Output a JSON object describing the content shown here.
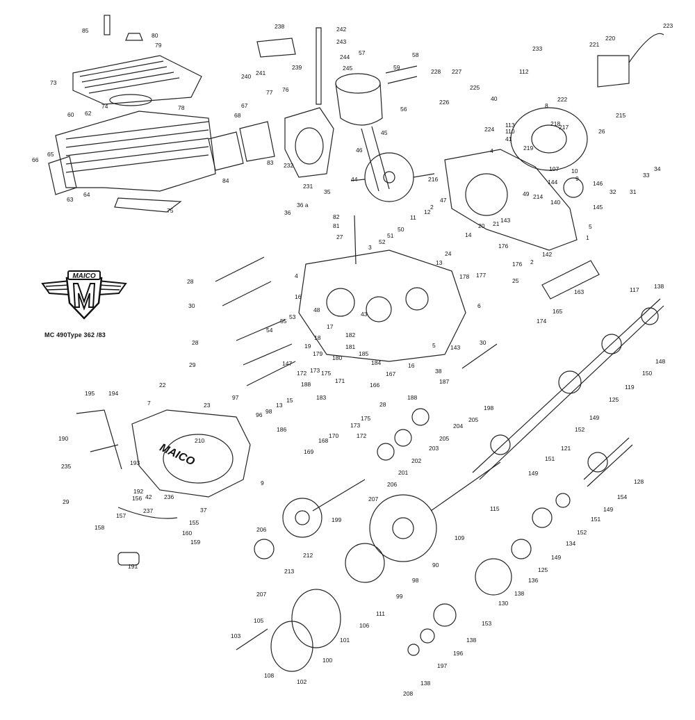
{
  "title": "MAICO",
  "logo": {
    "brand": "MAICO",
    "letter": "M"
  },
  "caption": "MC 490Type 362 /83",
  "crankcase_mark": "MAICO",
  "part_labels": [
    "85",
    "80",
    "79",
    "73",
    "74",
    "78",
    "60",
    "62",
    "65",
    "66",
    "63",
    "64",
    "75",
    "238",
    "242",
    "243",
    "244",
    "245",
    "57",
    "58",
    "59",
    "240",
    "241",
    "239",
    "228",
    "227",
    "225",
    "226",
    "112",
    "233",
    "223",
    "220",
    "221",
    "222",
    "215",
    "77",
    "76",
    "67",
    "68",
    "56",
    "45",
    "46",
    "40",
    "8",
    "113",
    "110",
    "41",
    "218",
    "217",
    "26",
    "224",
    "4",
    "219",
    "83",
    "84",
    "232",
    "231",
    "44",
    "216",
    "49",
    "214",
    "107",
    "144",
    "10",
    "9",
    "146",
    "33",
    "34",
    "32",
    "31",
    "145",
    "140",
    "5",
    "1",
    "35",
    "36 a",
    "36",
    "82",
    "81",
    "27",
    "2",
    "47",
    "12",
    "11",
    "50",
    "51",
    "52",
    "3",
    "143",
    "20",
    "21",
    "14",
    "176",
    "176",
    "142",
    "2",
    "24",
    "13",
    "178",
    "177",
    "25",
    "163",
    "165",
    "174",
    "6",
    "28",
    "4",
    "16",
    "30",
    "48",
    "53",
    "43",
    "55",
    "54",
    "17",
    "18",
    "182",
    "181",
    "19",
    "179",
    "180",
    "185",
    "184",
    "28",
    "29",
    "147",
    "172",
    "173",
    "175",
    "171",
    "167",
    "16",
    "38",
    "143",
    "5",
    "30",
    "187",
    "166",
    "188",
    "188",
    "183",
    "15",
    "13",
    "98",
    "96",
    "97",
    "22",
    "23",
    "195",
    "194",
    "7",
    "190",
    "210",
    "193",
    "235",
    "192",
    "42",
    "236",
    "29",
    "156",
    "237",
    "37",
    "9",
    "155",
    "160",
    "159",
    "157",
    "158",
    "191",
    "186",
    "169",
    "168",
    "170",
    "172",
    "173",
    "175",
    "28",
    "198",
    "205",
    "204",
    "205",
    "203",
    "202",
    "201",
    "206",
    "207",
    "117",
    "138",
    "148",
    "150",
    "119",
    "125",
    "149",
    "152",
    "121",
    "151",
    "149",
    "115",
    "109",
    "199",
    "212",
    "213",
    "206",
    "207",
    "98",
    "99",
    "111",
    "106",
    "101",
    "100",
    "102",
    "105",
    "103",
    "108",
    "90",
    "128",
    "154",
    "149",
    "151",
    "152",
    "134",
    "149",
    "125",
    "136",
    "138",
    "130",
    "153",
    "138",
    "196",
    "197",
    "138",
    "208"
  ]
}
